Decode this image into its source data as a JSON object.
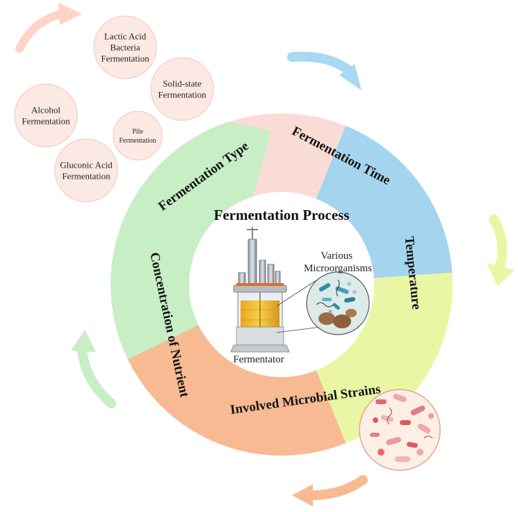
{
  "diagram": {
    "title": "Fermentation Process",
    "segments": [
      {
        "id": "type",
        "label": "Fermentation Type",
        "color": "#f9dcd6"
      },
      {
        "id": "time",
        "label": "Fermentation Time",
        "color": "#a4d4ee"
      },
      {
        "id": "temperature",
        "label": "Temperature",
        "color": "#e9f7a4"
      },
      {
        "id": "strains",
        "label": "Involved Microbial Strains",
        "color": "#f7ba93"
      },
      {
        "id": "nutrient",
        "label": "Concentration of Nutrient",
        "color": "#c7eec4"
      }
    ],
    "fermentation_types": [
      {
        "id": "lactic",
        "lines": [
          "Lactic Acid",
          "Bacteria",
          "Fermentation"
        ]
      },
      {
        "id": "solid",
        "lines": [
          "Solid-state",
          "Fermentation"
        ]
      },
      {
        "id": "alcohol",
        "lines": [
          "Alcohol",
          "Fermentation"
        ]
      },
      {
        "id": "pile",
        "lines": [
          "Pile",
          "Fermentation"
        ]
      },
      {
        "id": "gluconic",
        "lines": [
          "Gluconic Acid",
          "Fermentation"
        ]
      }
    ],
    "center": {
      "fermentator_label": "Fermentator",
      "micro_label_lines": [
        "Various",
        "Microorganisms"
      ]
    },
    "bubble_color": "#fce9e4",
    "bubble_stroke": "#f5d3ca"
  }
}
